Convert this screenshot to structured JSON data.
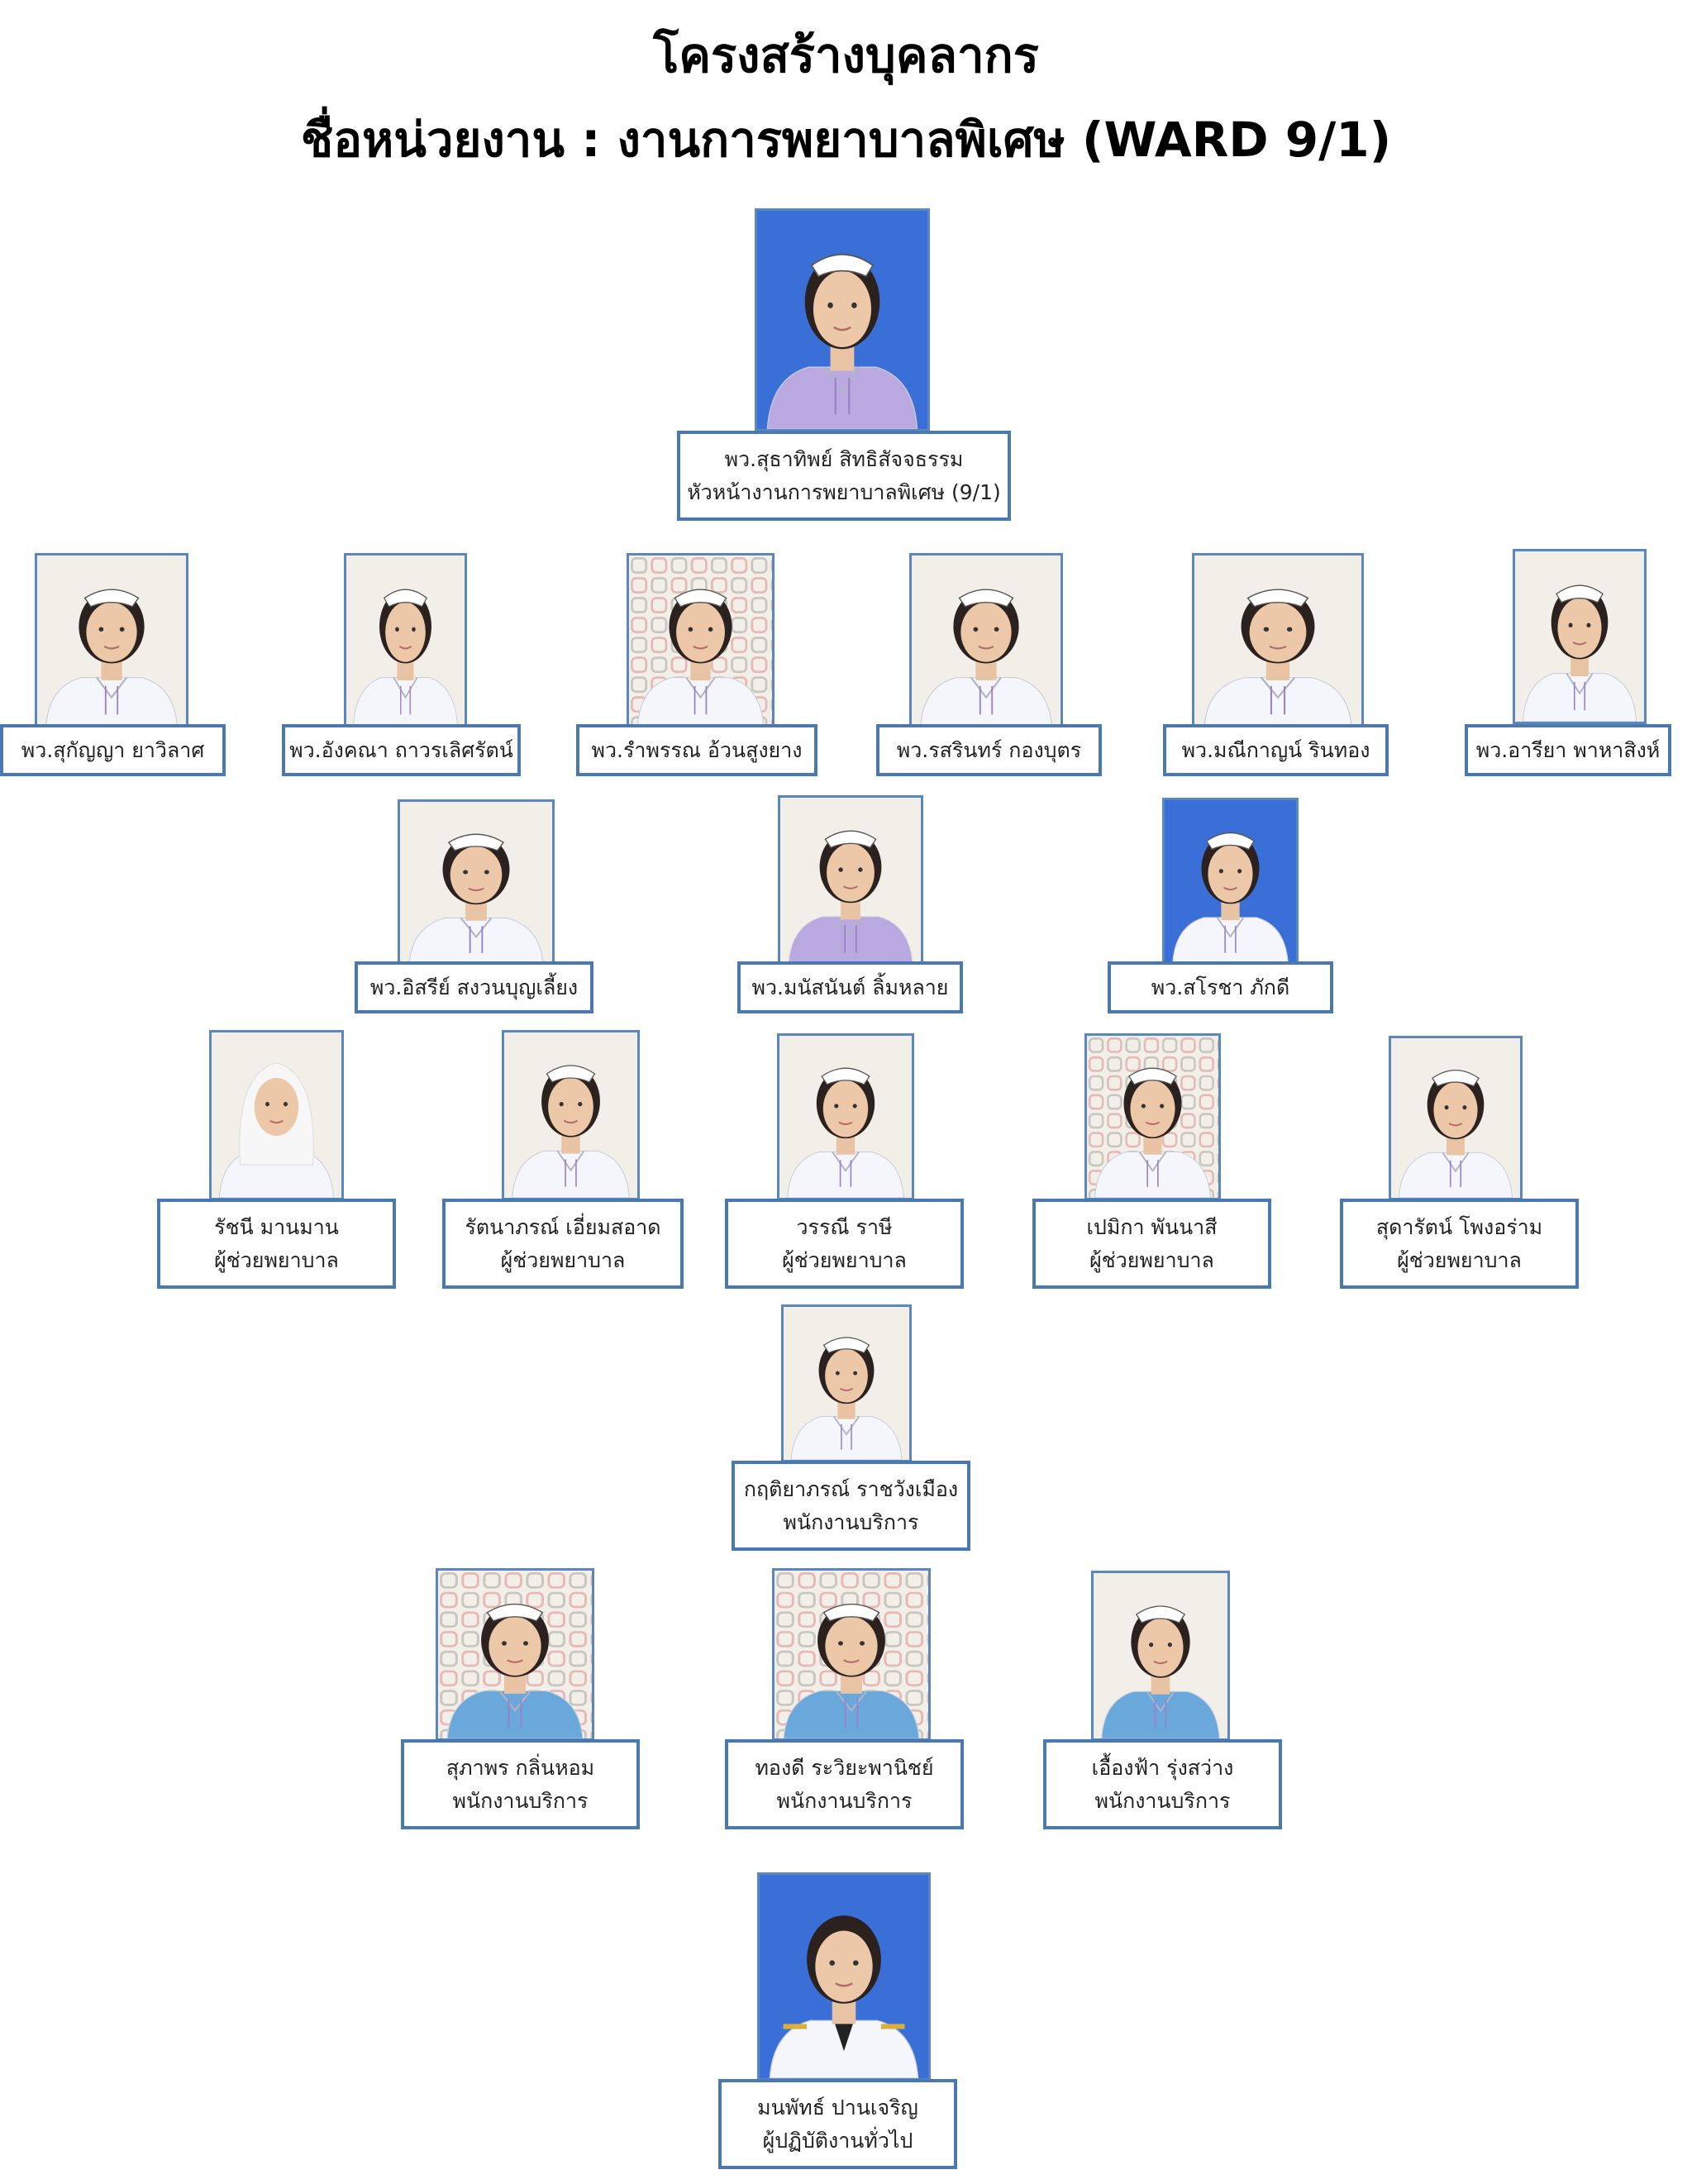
{
  "header": {
    "title": "โครงสร้างบุคลากร",
    "unit_line": "ชื่อหน่วยงาน : งานการพยาบาลพิเศษ (WARD 9/1)"
  },
  "colors": {
    "card_border": "#4a78b0",
    "photo_border": "#5b87c0",
    "bg_blue": "#3a6fd8",
    "uniform_white": "#f4f6fb",
    "uniform_blue": "#6aa8dc",
    "lilac_jacket": "#b9a9e0"
  },
  "people": {
    "head": {
      "name": "พว.สุธาทิพย์  สิทธิสัจจธรรม",
      "role": "หัวหน้างานการพยาบาลพิเศษ (9/1)"
    },
    "rn1": {
      "name": "พว.สุกัญญา  ยาวิลาศ"
    },
    "rn2": {
      "name": "พว.อังคณา  ถาวรเลิศรัตน์"
    },
    "rn3": {
      "name": "พว.รำพรรณ  อ้วนสูงยาง"
    },
    "rn4": {
      "name": "พว.รสรินทร์  กองบุตร"
    },
    "rn5": {
      "name": "พว.มณีกาญน์  รินทอง"
    },
    "rn6": {
      "name": "พว.อารียา  พาหาสิงห์"
    },
    "rn7": {
      "name": "พว.อิสรีย์  สงวนบุญเลี้ยง"
    },
    "rn8": {
      "name": "พว.มนัสนันต์  ลิ้มหลาย"
    },
    "rn9": {
      "name": "พว.สโรชา  ภักดี"
    },
    "na1": {
      "name": "รัชนี  มานมาน",
      "role": "ผู้ช่วยพยาบาล"
    },
    "na2": {
      "name": "รัตนาภรณ์  เอี่ยมสอาด",
      "role": "ผู้ช่วยพยาบาล"
    },
    "na3": {
      "name": "วรรณี  ราษี",
      "role": "ผู้ช่วยพยาบาล"
    },
    "na4": {
      "name": "เปมิกา  พันนาสี",
      "role": "ผู้ช่วยพยาบาล"
    },
    "na5": {
      "name": "สุดารัตน์  โพงอร่าม",
      "role": "ผู้ช่วยพยาบาล"
    },
    "sw1": {
      "name": "กฤติยาภรณ์  ราชวังเมือง",
      "role": "พนักงานบริการ"
    },
    "sw2": {
      "name": "สุภาพร  กลิ่นหอม",
      "role": "พนักงานบริการ"
    },
    "sw3": {
      "name": "ทองดี  ระวิยะพานิชย์",
      "role": "พนักงานบริการ"
    },
    "sw4": {
      "name": "เอื้องฟ้า  รุ่งสว่าง",
      "role": "พนักงานบริการ"
    },
    "gen1": {
      "name": "มนพัทธ์  ปานเจริญ",
      "role": "ผู้ปฏิบัติงานทั่วไป"
    }
  }
}
